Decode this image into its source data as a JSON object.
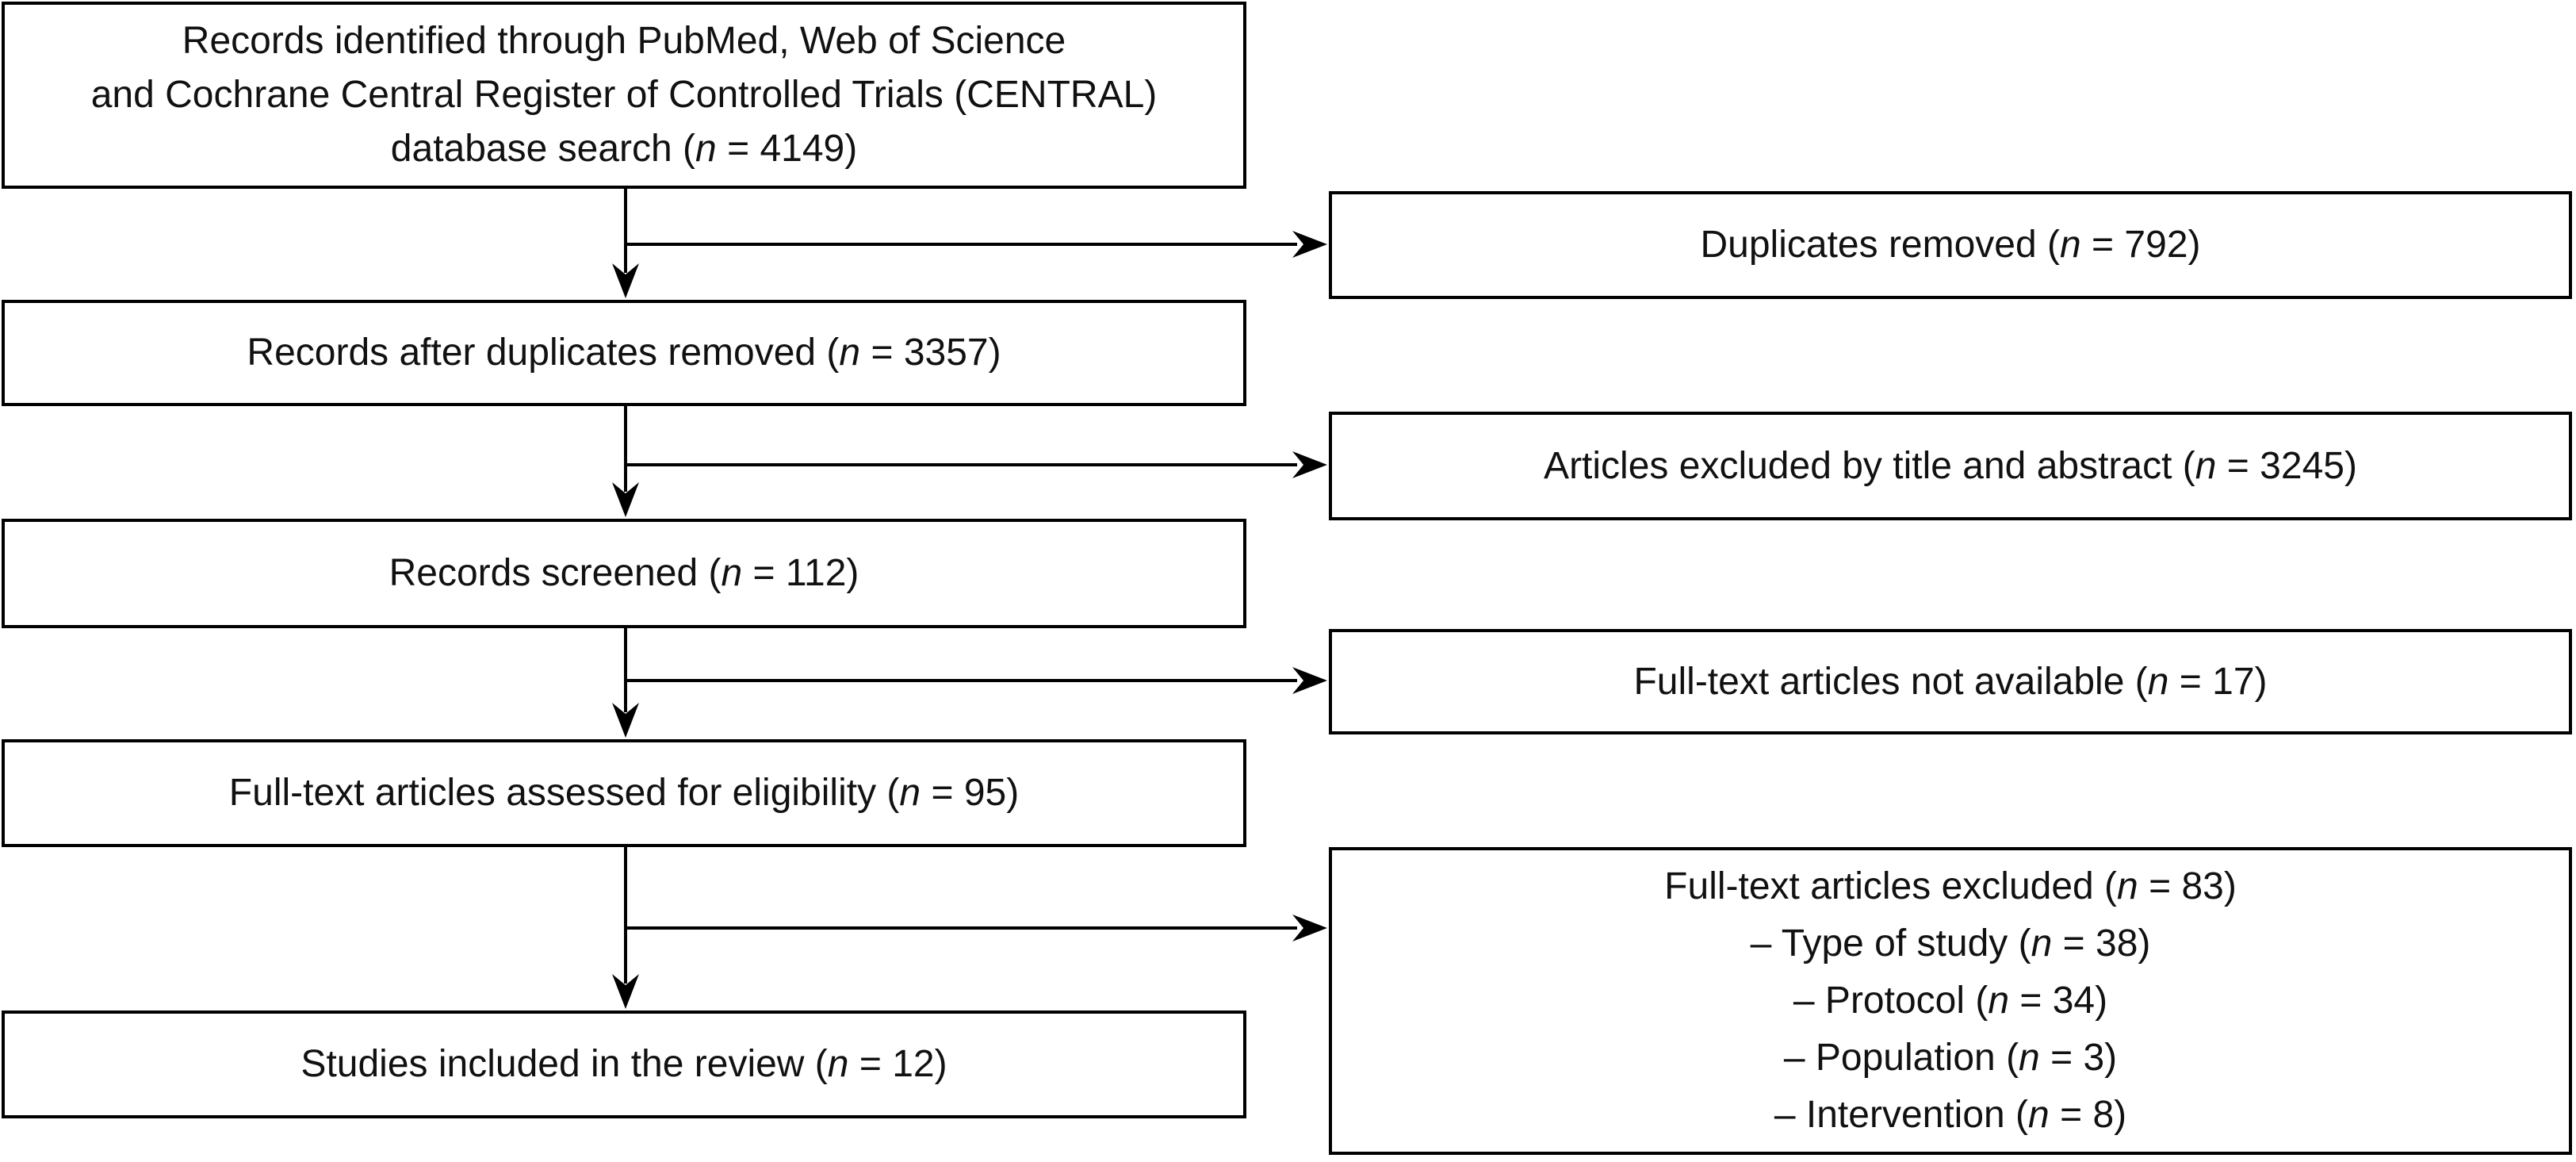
{
  "figure": {
    "type": "prisma-flow-diagram",
    "background_color": "#ffffff",
    "line_color": "#000000",
    "text_color": "#111111",
    "counts": {
      "identified": 4149,
      "duplicates_removed": 792,
      "after_duplicates": 3357,
      "excluded_title_abstract": 3245,
      "screened": 112,
      "fulltext_not_available": 17,
      "fulltext_assessed": 95,
      "fulltext_excluded": 83,
      "excluded_type_of_study": 38,
      "excluded_protocol": 34,
      "excluded_population": 3,
      "excluded_intervention": 8,
      "included": 12
    },
    "boxes": {
      "identified": {
        "lines": [
          [
            {
              "t": "Records identified through PubMed, Web of Science"
            }
          ],
          [
            {
              "t": "and Cochrane Central Register of Controlled Trials (CENTRAL)"
            }
          ],
          [
            {
              "t": "database search ("
            },
            {
              "t": "n",
              "i": true
            },
            {
              "t": " = 4149)"
            }
          ]
        ]
      },
      "duplicates_removed": {
        "lines": [
          [
            {
              "t": "Duplicates removed ("
            },
            {
              "t": "n",
              "i": true
            },
            {
              "t": " = 792)"
            }
          ]
        ]
      },
      "after_duplicates": {
        "lines": [
          [
            {
              "t": "Records after duplicates removed ("
            },
            {
              "t": "n",
              "i": true
            },
            {
              "t": " = 3357)"
            }
          ]
        ]
      },
      "excluded_title_abstract": {
        "lines": [
          [
            {
              "t": "Articles excluded by title and abstract ("
            },
            {
              "t": "n",
              "i": true
            },
            {
              "t": " = 3245)"
            }
          ]
        ]
      },
      "screened": {
        "lines": [
          [
            {
              "t": "Records screened ("
            },
            {
              "t": "n",
              "i": true
            },
            {
              "t": " = 112)"
            }
          ]
        ]
      },
      "fulltext_not_available": {
        "lines": [
          [
            {
              "t": "Full-text articles not available ("
            },
            {
              "t": "n",
              "i": true
            },
            {
              "t": " = 17)"
            }
          ]
        ]
      },
      "fulltext_assessed": {
        "lines": [
          [
            {
              "t": "Full-text articles assessed for eligibility ("
            },
            {
              "t": "n",
              "i": true
            },
            {
              "t": " = 95)"
            }
          ]
        ]
      },
      "fulltext_excluded": {
        "lines": [
          [
            {
              "t": "Full-text articles excluded ("
            },
            {
              "t": "n",
              "i": true
            },
            {
              "t": " = 83)"
            }
          ],
          [
            {
              "t": "– Type of study ("
            },
            {
              "t": "n",
              "i": true
            },
            {
              "t": " = 38)"
            }
          ],
          [
            {
              "t": "– Protocol ("
            },
            {
              "t": "n",
              "i": true
            },
            {
              "t": " = 34)"
            }
          ],
          [
            {
              "t": "– Population ("
            },
            {
              "t": "n",
              "i": true
            },
            {
              "t": " = 3)"
            }
          ],
          [
            {
              "t": "– Intervention ("
            },
            {
              "t": "n",
              "i": true
            },
            {
              "t": " = 8)"
            }
          ]
        ]
      },
      "included": {
        "lines": [
          [
            {
              "t": "Studies included in the review ("
            },
            {
              "t": "n",
              "i": true
            },
            {
              "t": " = 12)"
            }
          ]
        ]
      }
    }
  }
}
